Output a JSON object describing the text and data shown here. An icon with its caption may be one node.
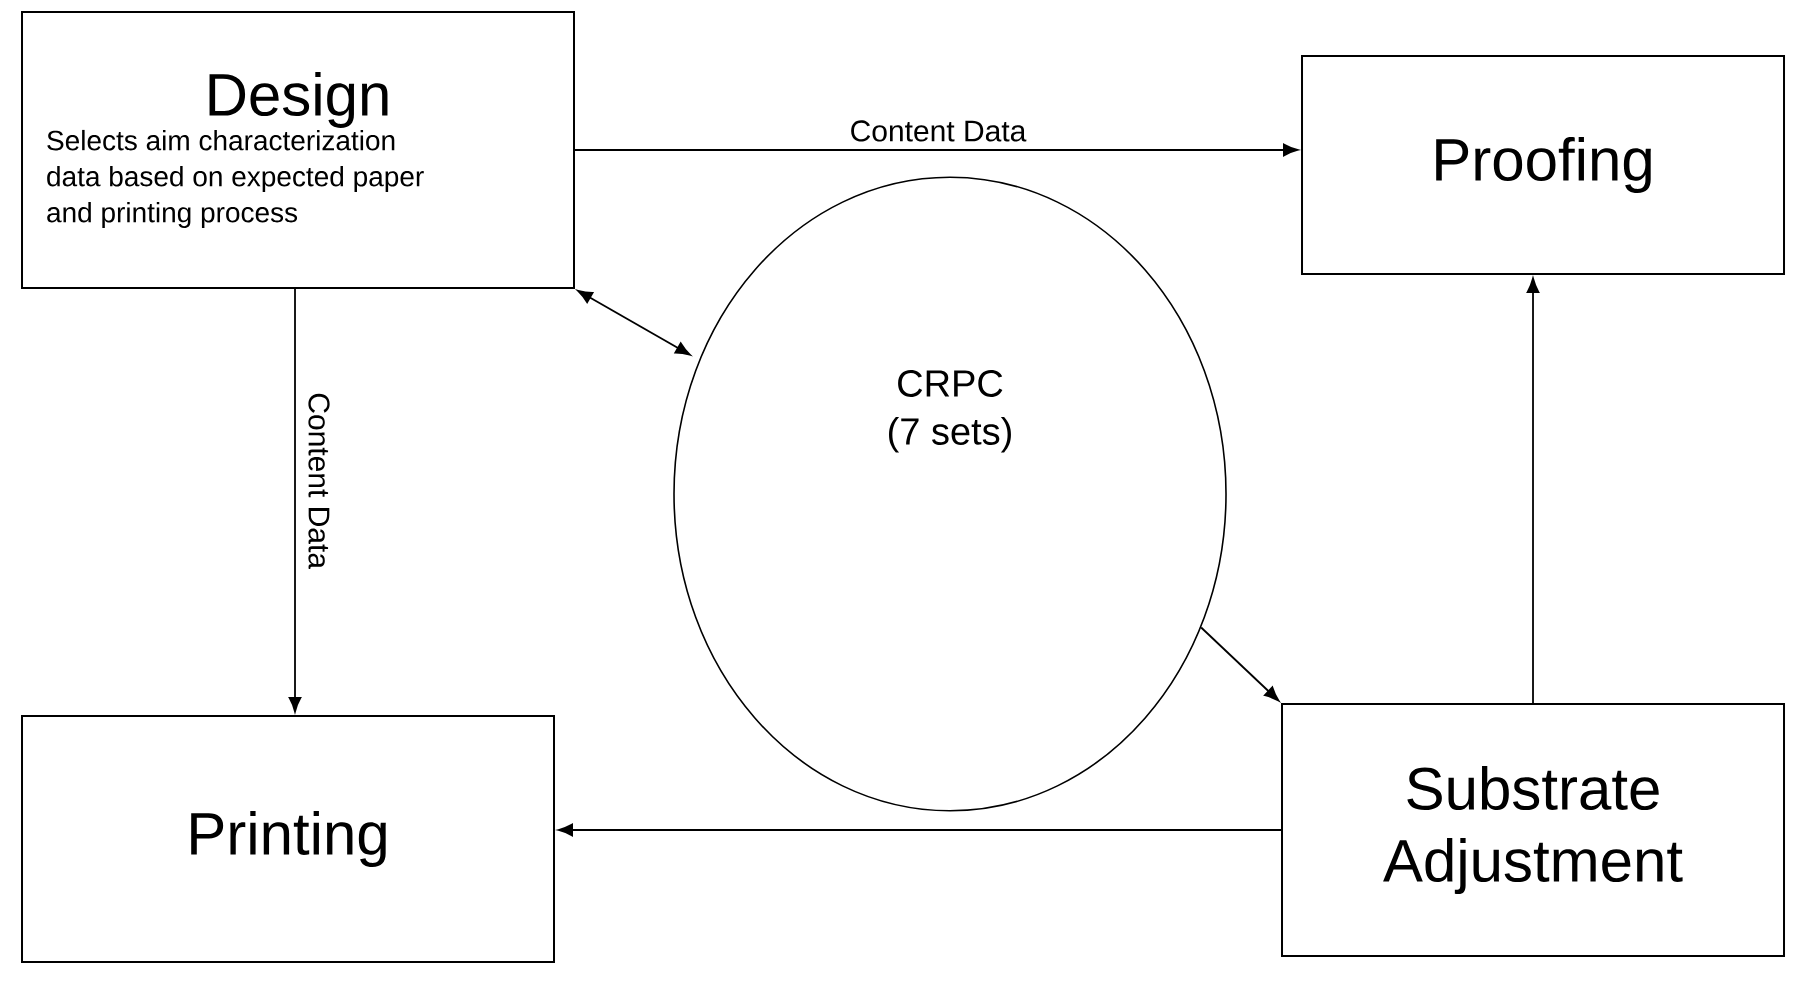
{
  "diagram": {
    "nodes": [
      {
        "text": [
          "Design",
          "Selects aim characterization data based on expected paper and printing process"
        ]
      },
      {
        "text": [
          "Proofing"
        ]
      },
      {
        "text": [
          "CRPC (7 sets)"
        ]
      },
      {
        "text": [
          "Printing"
        ]
      },
      {
        "text": [
          "Substrate Adjustment"
        ]
      }
    ],
    "edges": [
      {
        "from": 0,
        "to": 1,
        "arrow": "to",
        "label": "Content Data"
      },
      {
        "from": 0,
        "to": 3,
        "arrow": "to",
        "label": "Content Data"
      },
      {
        "from": 0,
        "to": 2,
        "arrow": "both"
      },
      {
        "from": 2,
        "to": 4,
        "arrow": "to"
      },
      {
        "from": 4,
        "to": 3,
        "arrow": "to"
      },
      {
        "from": 4,
        "to": 1,
        "arrow": "to"
      }
    ]
  }
}
